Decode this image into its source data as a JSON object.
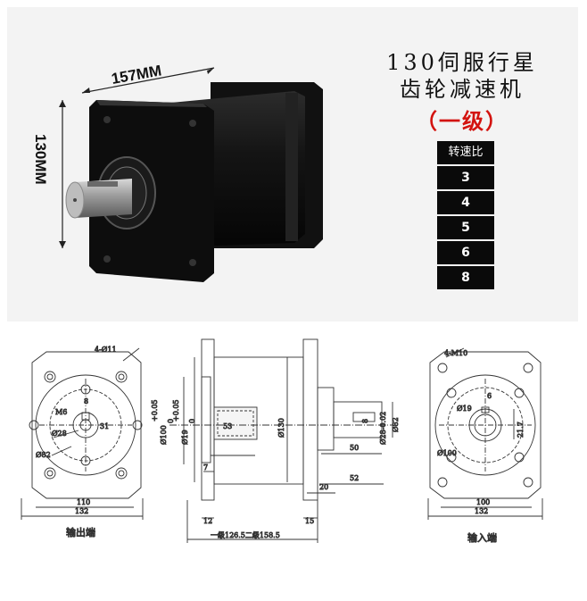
{
  "product": {
    "title_line1": "130伺服行星",
    "title_line2": "齿轮减速机",
    "stage_label": "（一级）"
  },
  "photo_dims": {
    "length": "157MM",
    "height": "130MM"
  },
  "ratio_table": {
    "header": "转速比",
    "values": [
      "3",
      "4",
      "5",
      "6",
      "8"
    ]
  },
  "drawing": {
    "output_end": {
      "holes": "4-Ø11",
      "thread": "M6",
      "key_w": "8",
      "bore": "Ø28",
      "depth": "31",
      "pcd": "Ø82",
      "w_inner": "110",
      "w_outer": "132",
      "caption": "输出端"
    },
    "side": {
      "d1": "Ø100",
      "tol1a": "+0.05",
      "tol1b": "0",
      "d2": "Ø19",
      "tol2a": "+0.05",
      "tol2b": "0",
      "l53": "53",
      "l7": "7",
      "d130": "Ø130",
      "shaft_d": "Ø28-0.02",
      "pcd": "Ø82",
      "key": "8",
      "l50": "50",
      "l52": "52",
      "l20": "20",
      "l12": "12",
      "l15": "15",
      "total": "一级126.5二级158.5"
    },
    "input_end": {
      "holes": "4-M10",
      "key": "6",
      "bore": "Ø19",
      "depth": "21.7",
      "pcd": "Ø100",
      "w_inner": "100",
      "w_outer": "132",
      "caption": "输入端"
    }
  },
  "colors": {
    "accent_red": "#d3130f",
    "table_bg": "#0a0a0a",
    "drawing_line": "#333333"
  }
}
